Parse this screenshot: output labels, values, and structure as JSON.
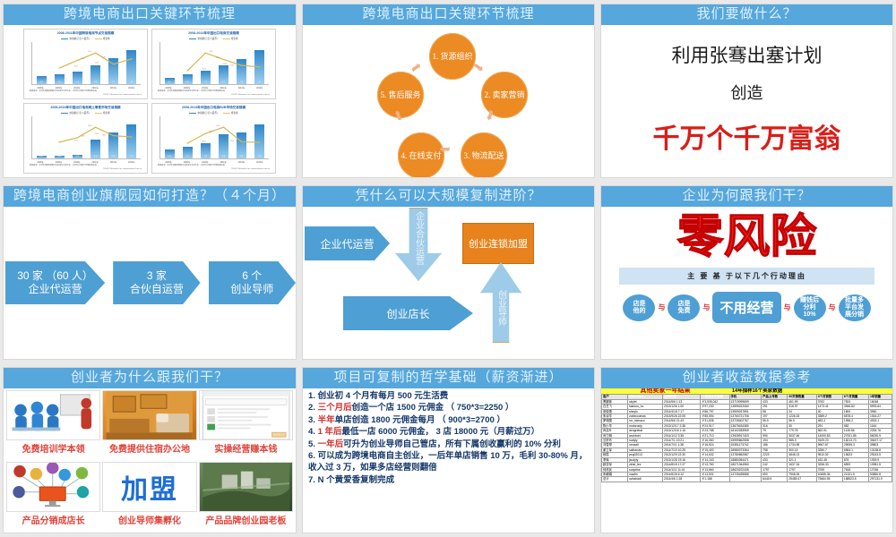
{
  "slides": [
    {
      "id": "slide-1",
      "title": "跨境电商出口关键环节梳理",
      "charts": [
        {
          "title": "2008-2011年中国跨境电商节点交易规模",
          "legend": [
            "交易额(万亿人民币)",
            "增长率"
          ],
          "categories": [
            "2008年",
            "2009年",
            "2010年",
            "2011年",
            "2012年",
            "2013年"
          ],
          "values": [
            0.8,
            1.0,
            1.3,
            2.0,
            2.7,
            3.5
          ],
          "labels": [
            "0.8",
            "1.0",
            "1.3",
            "2.0",
            "2.7",
            "3.5"
          ],
          "growth": [
            null,
            21.0,
            31.0,
            40.7,
            26.0,
            32.9
          ],
          "growth_labels": [
            "",
            "21.0%",
            "31.0%",
            "40.7%",
            "26.0%",
            "32.9%"
          ],
          "footnote": "数据来源：艾瑞咨询集团根据企业财报及专家访谈，并结合艾瑞统计预测模型估算",
          "source": "©2013.1 iResearch Inc.  www.iresearch.com.cn"
        },
        {
          "title": "2008-2013年中国出口电商交易规模",
          "legend": [
            "交易额(万亿人民币)",
            "增长率"
          ],
          "categories": [
            "2008年",
            "2009年",
            "2010年",
            "2011年",
            "2012年",
            "2013年"
          ],
          "values": [
            0.6,
            0.9,
            1.2,
            1.7,
            2.3,
            3.1
          ],
          "labels": [
            "0.6",
            "0.9",
            "1.2",
            "1.7",
            "2.3",
            "3.1"
          ],
          "growth": [
            null,
            18.0,
            41.7,
            33.0,
            25.0,
            23.0
          ],
          "growth_labels": [
            "",
            "18.0%",
            "41.7%",
            "33.0%",
            "25.0%",
            "23.0%"
          ],
          "footnote": "数据来源：艾瑞咨询集团根据企业财报及专家访谈，并结合艾瑞统计预测模型估算",
          "source": "©2013.1 iResearch Inc.  www.iresearch.com.cn"
        },
        {
          "title": "2008-2013年中国出口电商网上零售市场交易规模",
          "legend": [
            "交易额(万亿人民币)",
            "增长率"
          ],
          "categories": [
            "2008年",
            "2009年",
            "2010年",
            "2011年",
            "2012年",
            "2013年"
          ],
          "values": [
            0.2,
            0.25,
            0.3,
            1.6,
            2.2,
            2.9
          ],
          "labels": [
            "0.02",
            "0.03",
            "0.05",
            "1.6",
            "2.2",
            "2.9"
          ],
          "growth": [
            null,
            25.0,
            32.0,
            48.0,
            35.0,
            33.0
          ],
          "growth_labels": [
            "",
            "25.0%",
            "32.0%",
            "48.0%",
            "35.0%",
            "33.0%"
          ],
          "footnote": "数据来源：艾瑞咨询集团根据企业财报及专家访谈，并结合艾瑞统计预测模型估算",
          "source": "©2013.1 iResearch Inc.  www.iresearch.com.cn"
        },
        {
          "title": "2008-2013年中国出口电商B2B市场交易规模",
          "legend": [
            "交易额(万亿人民币)",
            "增长率"
          ],
          "categories": [
            "2008年",
            "2009年",
            "2010年",
            "2011年",
            "2012年",
            "2013年"
          ],
          "values": [
            0.9,
            1.2,
            1.5,
            2.4,
            2.6,
            3.4
          ],
          "labels": [
            "0.9",
            "1.2",
            "1.5",
            "2.4",
            "2.6",
            "3.4"
          ],
          "growth": [
            null,
            22.0,
            36.0,
            45.0,
            24.0,
            23.0
          ],
          "growth_labels": [
            "",
            "22.0%",
            "36.0%",
            "45.0%",
            "24.0%",
            "23.0%"
          ],
          "footnote": "数据来源：艾瑞咨询集团根据企业财报及专家访谈，并结合艾瑞统计预测模型估算",
          "source": "©2013.1 iResearch Inc.  www.iresearch.com.cn"
        }
      ]
    },
    {
      "id": "slide-2",
      "title": "跨境电商出口关键环节梳理",
      "nodes": [
        "1. 货源\n组织",
        "2. 卖家\n营销",
        "3. 物流\n配送",
        "4. 在线\n支付",
        "5. 售后\n服务"
      ]
    },
    {
      "id": "slide-3",
      "title": "我们要做什么？",
      "line1": "利用张骞出塞计划",
      "line2": "创造",
      "line3": "千万个千万富翁"
    },
    {
      "id": "slide-4",
      "title": "跨境电商创业旗舰园如何打造？（４个月）",
      "chevrons": [
        {
          "l1": "30 家 （60 人）",
          "l2": "企业代运营"
        },
        {
          "l1": "3 家",
          "l2": "合伙自运营"
        },
        {
          "l1": "6 个",
          "l2": "创业导师"
        }
      ]
    },
    {
      "id": "slide-5",
      "title": "凭什么可以大规模复制进阶？",
      "box_left": "企业代运营",
      "arrow_down": "企业合伙运营",
      "box_orange": "创业连锁加盟",
      "box_bottom": "创业店长",
      "arrow_up": "创业导师"
    },
    {
      "id": "slide-6",
      "title": "企业为何跟我们干？",
      "headline": "零风险",
      "subtitle": "主 要 基 于以下几个行动理由",
      "pills": [
        {
          "text": "店是\n他的",
          "big": false
        },
        {
          "text": "店是\n免费",
          "big": false
        },
        {
          "text": "不用经营",
          "big": true
        },
        {
          "text": "赚钱后\n分利\n10%",
          "big": false
        },
        {
          "text": "批量多\n平台发\n展分销",
          "big": false
        }
      ],
      "connector": "与"
    },
    {
      "id": "slide-7",
      "title": "创业者为什么跟我们干？",
      "cells": [
        {
          "caption": "免费培训学本领",
          "icon": "training-photo"
        },
        {
          "caption": "免费提供住宿办公地",
          "icon": "dorm-photo"
        },
        {
          "caption": "实操经营赚本钱",
          "icon": "screenshot-photo"
        },
        {
          "caption": "产品分销成店长",
          "icon": "network-diagram"
        },
        {
          "caption": "创业导师集孵化",
          "icon": "jiameng-text",
          "glyph": "加盟"
        },
        {
          "caption": "产品品牌创业园老板",
          "icon": "park-photo"
        }
      ]
    },
    {
      "id": "slide-8",
      "title": "项目可复制的哲学基础（薪资渐进）",
      "items": [
        {
          "num": "1.",
          "parts": [
            {
              "t": "创业初 4 个月有每月 500 元生活费",
              "red": false
            }
          ]
        },
        {
          "num": "2.",
          "parts": [
            {
              "t": "三个月后",
              "red": true
            },
            {
              "t": "创造一个店 1500 元佣金 （ 750*3=2250 ）",
              "red": false
            }
          ]
        },
        {
          "num": "3.",
          "parts": [
            {
              "t": "半年",
              "red": true
            },
            {
              "t": "单店创造 1800 元佣金每月 （ 900*3=2700 ）",
              "red": false
            }
          ]
        },
        {
          "num": "4.",
          "parts": [
            {
              "t": "1 年后",
              "red": true
            },
            {
              "t": "最低一店 6000 元佣金， 3 店 18000 元（月薪过万）",
              "red": false
            }
          ]
        },
        {
          "num": "5.",
          "parts": [
            {
              "t": "一年后",
              "red": true
            },
            {
              "t": "可升为创业导师自己管店，所有下属创收赢利的 10% 分利",
              "red": false
            }
          ]
        },
        {
          "num": "6.",
          "parts": [
            {
              "t": "可以成为跨境电商自主创业，一后年单店销售 10 万，毛利 30-80% 月，收入过 3 万，如果多店经营则翻倍",
              "red": false
            }
          ]
        },
        {
          "num": "7.",
          "parts": [
            {
              "t": "N 个黄爱香复制完成",
              "red": false
            }
          ]
        }
      ]
    },
    {
      "id": "slide-9",
      "title": "创业者收益数据参考",
      "banner_left": "其他卖家一年结果",
      "banner_right": "14年抽样16个卖家数据",
      "left_headers": [
        "客户",
        "Nickname",
        "注册时间",
        "一年内总交易额"
      ],
      "right_headers": [
        "手机",
        "产品上传数",
        "30天销售量",
        "3个月销售",
        "6个月销量",
        "1年销量"
      ],
      "rows": [
        {
          "cust": "黑娜妹",
          "nick": "skylet",
          "reg": "2014/5/6 1:13",
          "amt": "￥3,535,042",
          "phone": "13719099699",
          "upload": "433",
          "d30": "461.99",
          "m3": "3762",
          "m6": "7524",
          "y1": "16048"
        },
        {
          "cust": "白芝飞",
          "nick": "fashion_ho",
          "reg": "2013/12/6 1:00",
          "amt": "￥97,230",
          "phone": "13599222060",
          "upload": "291",
          "d30": "318.97",
          "m3": "1473.41",
          "m6": "3946.82",
          "y1": "5993.64"
        },
        {
          "cust": "张晓蕾",
          "nick": "sheylo",
          "reg": "2014/4/18 7:17",
          "amt": "￥86,797",
          "phone": "13599037891",
          "upload": "58",
          "d30": "24",
          "m3": "40",
          "m6": "1800",
          "y1": "3960"
        },
        {
          "cust": "朱诗华",
          "nick": "zubeccomas",
          "reg": "2013/9/26 22:05",
          "amt": "￥85,594",
          "phone": "13760721706",
          "upload": "197",
          "d30": "1226.15",
          "m3": "3389.2",
          "m6": "6578.4",
          "y1": "1516.27"
        },
        {
          "cust": "罗湘国",
          "nick": "rm_mirnaco",
          "reg": "2014/5/6 21:43",
          "amt": "￥31,636",
          "phone": "13728402767",
          "upload": "56.9",
          "d30": "56.9",
          "m3": "483.3",
          "m6": "1996.2",
          "y1": "4933.1"
        },
        {
          "cust": "陈小华",
          "nick": "motorouty",
          "reg": "2013/12/17 2:38",
          "amt": "￥24,917",
          "phone": "13675434380",
          "upload": "316",
          "d30": "30",
          "m3": "291",
          "m6": "582",
          "y1": "1164"
        },
        {
          "cust": "肖嘉叶",
          "nick": "dengrebat",
          "reg": "2013/12/18 1:16",
          "amt": "￥23,788",
          "phone": "18102283959",
          "upload": "79",
          "d30": "779.78",
          "m3": "562.91",
          "m6": "1135.56",
          "y1": "2254.76"
        },
        {
          "cust": "肖力明",
          "nick": "worldnet",
          "reg": "2014/1/12 3:35",
          "amt": "￥21,710",
          "phone": "13928917403",
          "upload": "990",
          "d30": "3037.46",
          "m3": "14000.83",
          "m6": "27001.85",
          "y1": "56030.9"
        },
        {
          "cust": "沈学玲",
          "nick": "sudyly",
          "reg": "2014/7/1 19:21",
          "amt": "￥16,060",
          "phone": "15999662558",
          "upload": "194",
          "d30": "985.3",
          "m3": "9109.23",
          "m6": "18213.73",
          "y1": "35437.17"
        },
        {
          "cust": "刘雪琴",
          "nick": "nensall",
          "reg": "2014/7/11 1:38",
          "amt": "￥16,524",
          "phone": "15351173742",
          "upload": "186",
          "d30": "1734.95",
          "m3": "9967.67",
          "m6": "29935.3",
          "y1": "39803"
        },
        {
          "cust": "谢立军",
          "nick": "saibacuto",
          "reg": "2014/7/19 10:25",
          "amt": "￥15,400",
          "phone": "18980073364",
          "upload": "758",
          "d30": "300.16",
          "m3": "3280.7",
          "m6": "6564.1",
          "y1": "13138.8"
        },
        {
          "cust": "杨霞",
          "nick": "peg02013",
          "reg": "2013/12/9 22:30",
          "amt": "￥14,632",
          "phone": "13780652587",
          "upload": "2223",
          "d30": "4848.13",
          "m3": "9510.52",
          "m6": "15623",
          "y1": "29243.5"
        },
        {
          "cust": "李辉",
          "nick": "jsudyly",
          "reg": "2013/1/28 19:16",
          "amt": "￥14,163",
          "phone": "18880284471",
          "upload": "433",
          "d30": "321.1",
          "m3": "432.45",
          "m6": "876",
          "y1": "1939.9"
        },
        {
          "cust": "欧亚军",
          "nick": "zirtai_tex",
          "reg": "2014/8/15 17:27",
          "amt": "￥13,760",
          "phone": "18071944960",
          "upload": "242",
          "d30": "1637.34",
          "m3": "3296.33",
          "m6": "6592",
          "y1": "19381.5"
        },
        {
          "cust": "何改民",
          "nick": "sunprise",
          "reg": "2014/1/11 11:41",
          "amt": "￥13,660",
          "phone": "18620222435",
          "upload": "1797",
          "d30": "1797",
          "m3": "3759",
          "m6": "7818",
          "y1": "17036"
        },
        {
          "cust": "朱朝娟",
          "nick": "nawtin",
          "reg": "2014/6/26 6:12",
          "amt": "￥13,501",
          "phone": "13725435585",
          "upload": "690",
          "d30": "7908.26",
          "m3": "10655.36",
          "m6": "21321.5",
          "y1": "53850.8"
        },
        {
          "cust": "总计",
          "nick": "uzbairadi",
          "reg": "2014/4/6 1:28",
          "amt": "￥1,186",
          "phone": "",
          "upload": "8443.9",
          "d30": "25489.47",
          "m3": "73664.95",
          "m6": "158523.5",
          "y1": "297131.9"
        }
      ]
    }
  ]
}
